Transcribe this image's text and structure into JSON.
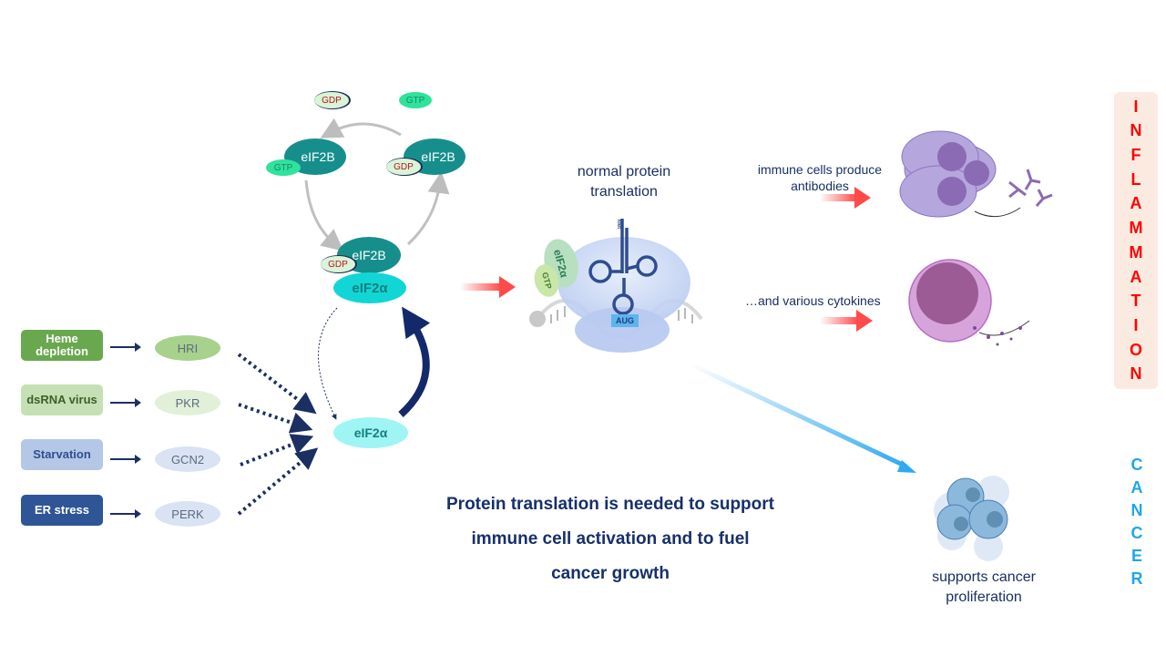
{
  "cycle": {
    "top_gdp": "GDP",
    "top_gtp": "GTP",
    "left_eif2b": "eIF2B",
    "left_gtp": "GTP",
    "right_eif2b": "eIF2B",
    "right_gdp": "GDP",
    "bottom_eif2b": "eIF2B",
    "bottom_gdp": "GDP",
    "complex_eif2a": "eIF2α",
    "phospho_eif2a": "eIF2α"
  },
  "stimuli": [
    {
      "label": "Heme depletion",
      "kinase": "HRI",
      "color": "#6aa84f",
      "text_color": "#ffffff",
      "kinase_color": "#a8d18d"
    },
    {
      "label": "dsRNA virus",
      "kinase": "PKR",
      "color": "#c5e0b4",
      "text_color": "#3e5e2a",
      "kinase_color": "#e2f0d9"
    },
    {
      "label": "Starvation",
      "kinase": "GCN2",
      "color": "#b4c7e7",
      "text_color": "#2f4f8f",
      "kinase_color": "#dae3f3"
    },
    {
      "label": "ER stress",
      "kinase": "PERK",
      "color": "#2f5597",
      "text_color": "#ffffff",
      "kinase_color": "#dae3f3"
    }
  ],
  "ribosome": {
    "title_line1": "normal protein",
    "title_line2": "translation",
    "eif2a": "eIF2α",
    "gtp": "GTP",
    "met": "Met",
    "codon": "AUG"
  },
  "outcomes": {
    "antibodies_line1": "immune cells produce",
    "antibodies_line2": "antibodies",
    "cytokines": "…and various cytokines",
    "cancer_line1": "supports cancer",
    "cancer_line2": "proliferation"
  },
  "summary": {
    "line1": "Protein translation is needed to support",
    "line2": "immune cell activation and to fuel",
    "line3": "cancer growth"
  },
  "side_labels": {
    "inflammation": [
      "I",
      "N",
      "F",
      "L",
      "A",
      "M",
      "M",
      "A",
      "T",
      "I",
      "O",
      "N"
    ],
    "cancer": [
      "C",
      "A",
      "N",
      "C",
      "E",
      "R"
    ],
    "inflammation_color": "#ff0000",
    "inflammation_bg": "#fbeae0",
    "cancer_color": "#1ea7e8"
  }
}
